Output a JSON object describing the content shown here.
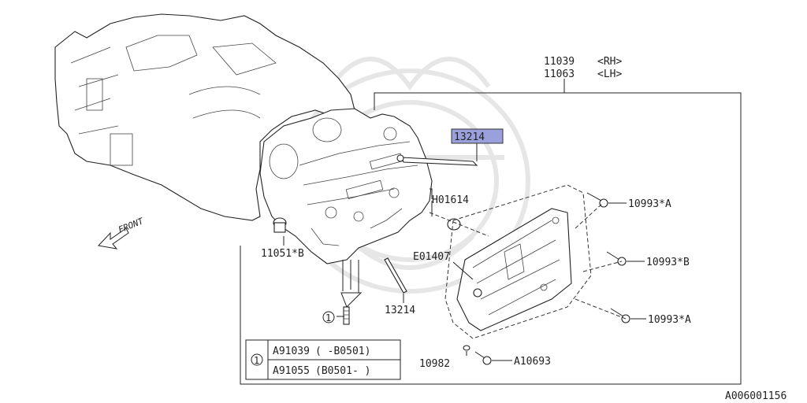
{
  "callouts": {
    "head_rh": "11039",
    "head_rh_side": "<RH>",
    "head_lh": "11063",
    "head_lh_side": "<LH>",
    "highlighted_part": "13214",
    "plug_h": "H01614",
    "plug_e": "E01407",
    "plug_11051": "11051*B",
    "guide_13214": "13214",
    "bolt_a_top": "10993*A",
    "bolt_b": "10993*B",
    "bolt_a_bottom": "10993*A",
    "washer": "10982",
    "bolt_a10693": "A10693",
    "stud_marker": "1",
    "front_label": "FRONT",
    "diagram_id": "A006001156"
  },
  "legend_table": {
    "marker": "1",
    "rows": [
      {
        "part": "A91039",
        "range": "( -B0501)"
      },
      {
        "part": "A91055",
        "range": "(B0501- )"
      }
    ]
  },
  "colors": {
    "highlight_fill": "#9aa0dc",
    "line": "#222222",
    "watermark": "#e4e4e4"
  }
}
